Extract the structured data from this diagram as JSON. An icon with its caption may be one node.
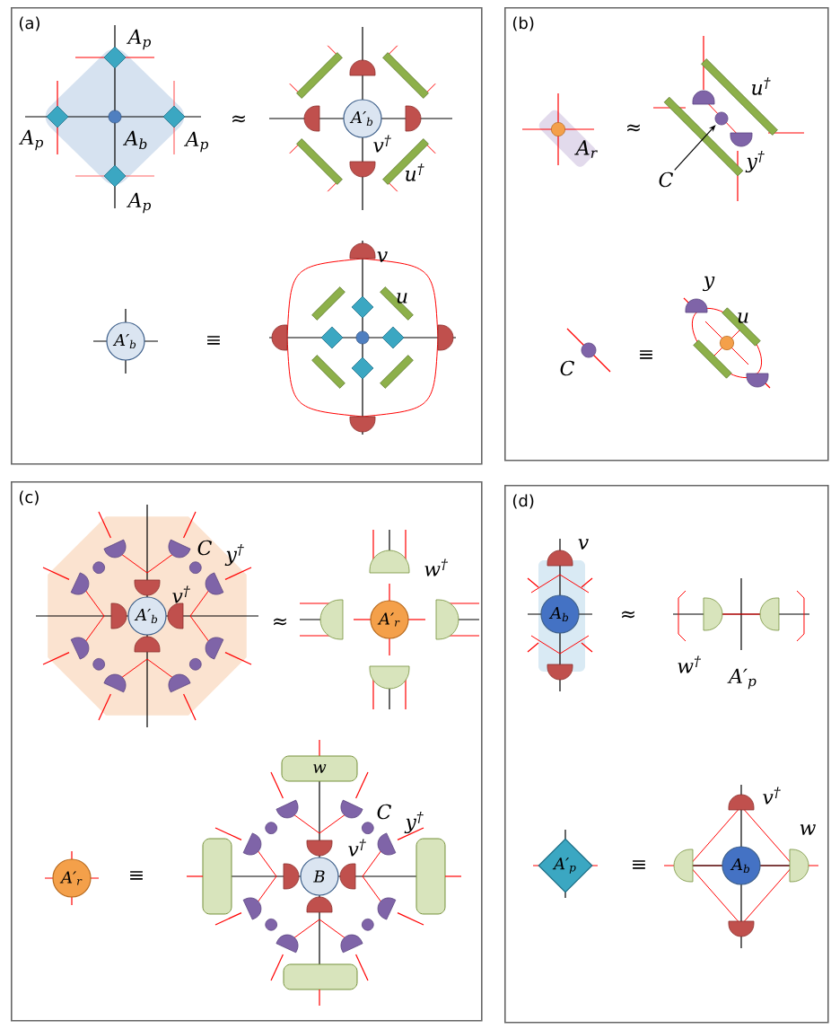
{
  "diagram": {
    "nodes": [
      {
        "text": [
          "(a)"
        ]
      },
      {
        "text": [
          "A′$_{b}$"
        ],
        "in": 0
      },
      {
        "text": [
          "A′$_{b}$"
        ],
        "in": 0
      },
      {
        "text": [
          "(b)"
        ]
      },
      {
        "text": [
          "C"
        ],
        "in": 3
      },
      {
        "text": [],
        "shape": "circle",
        "in": 3
      },
      {
        "text": [
          "(c)"
        ]
      },
      {
        "text": [
          "A′$_{b}$"
        ],
        "in": 6
      },
      {
        "text": [
          "A′$_{r}$"
        ],
        "in": 6
      },
      {
        "text": [
          "A′$_{r}$"
        ],
        "in": 6
      },
      {
        "text": [
          "w"
        ],
        "in": 6
      },
      {
        "text": [
          "B"
        ],
        "in": 6
      },
      {
        "text": [
          "(d)"
        ]
      },
      {
        "text": [
          "A$_{b}$"
        ],
        "in": 12
      },
      {
        "text": [
          "A′$_{p}$"
        ],
        "in": 12
      },
      {
        "text": [
          "A$_{b}$"
        ],
        "in": 12
      }
    ],
    "edges": [
      {
        "from": 4,
        "to": 5,
        "arrow": "to"
      }
    ],
    "labels": [
      "A$_{p}$",
      "A$_{p}$",
      "A$_{b}$",
      "A$_{p}$",
      "A$_{p}$",
      "≈",
      "v$^{†}$",
      "u$^{†}$",
      "≡",
      "v",
      "u",
      "A$_{r}$",
      "≈",
      "u$^{†}$",
      "y$^{†}$",
      "≡",
      "C",
      "y",
      "u",
      "C",
      "y$^{†}$",
      "v$^{†}$",
      "≈",
      "w$^{†}$",
      "≡",
      "C",
      "y$^{†}$",
      "v$^{†}$",
      "v",
      "≈",
      "w$^{†}$",
      "A′$_{p}$",
      "≡",
      "v$^{†}$",
      "w"
    ]
  }
}
